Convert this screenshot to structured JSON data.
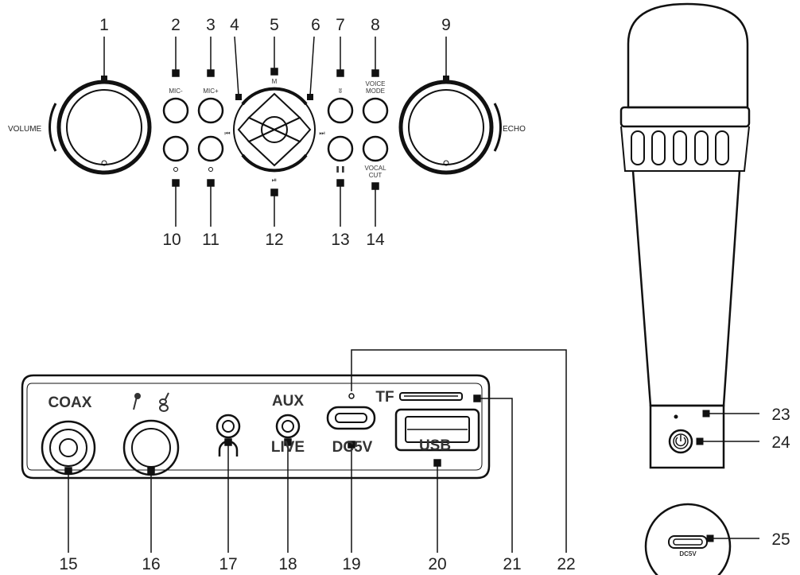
{
  "callouts": [
    "1",
    "2",
    "3",
    "4",
    "5",
    "6",
    "7",
    "8",
    "9",
    "10",
    "11",
    "12",
    "13",
    "14",
    "15",
    "16",
    "17",
    "18",
    "19",
    "20",
    "21",
    "22",
    "23",
    "24",
    "25"
  ],
  "panel_labels": {
    "volume": "VOLUME",
    "echo": "ECHO",
    "mic_minus": "MIC-",
    "mic_plus": "MIC+",
    "mode": "M",
    "voice_mode_1": "VOICE",
    "voice_mode_2": "MODE",
    "vocal_cut_1": "VOCAL",
    "vocal_cut_2": "CUT"
  },
  "port_labels": {
    "coax": "COAX",
    "aux": "AUX",
    "live": "LIVE",
    "tf": "TF",
    "dc5v": "DC5V",
    "usb": "USB"
  },
  "mic_labels": {
    "dc5v": "DC5V"
  }
}
